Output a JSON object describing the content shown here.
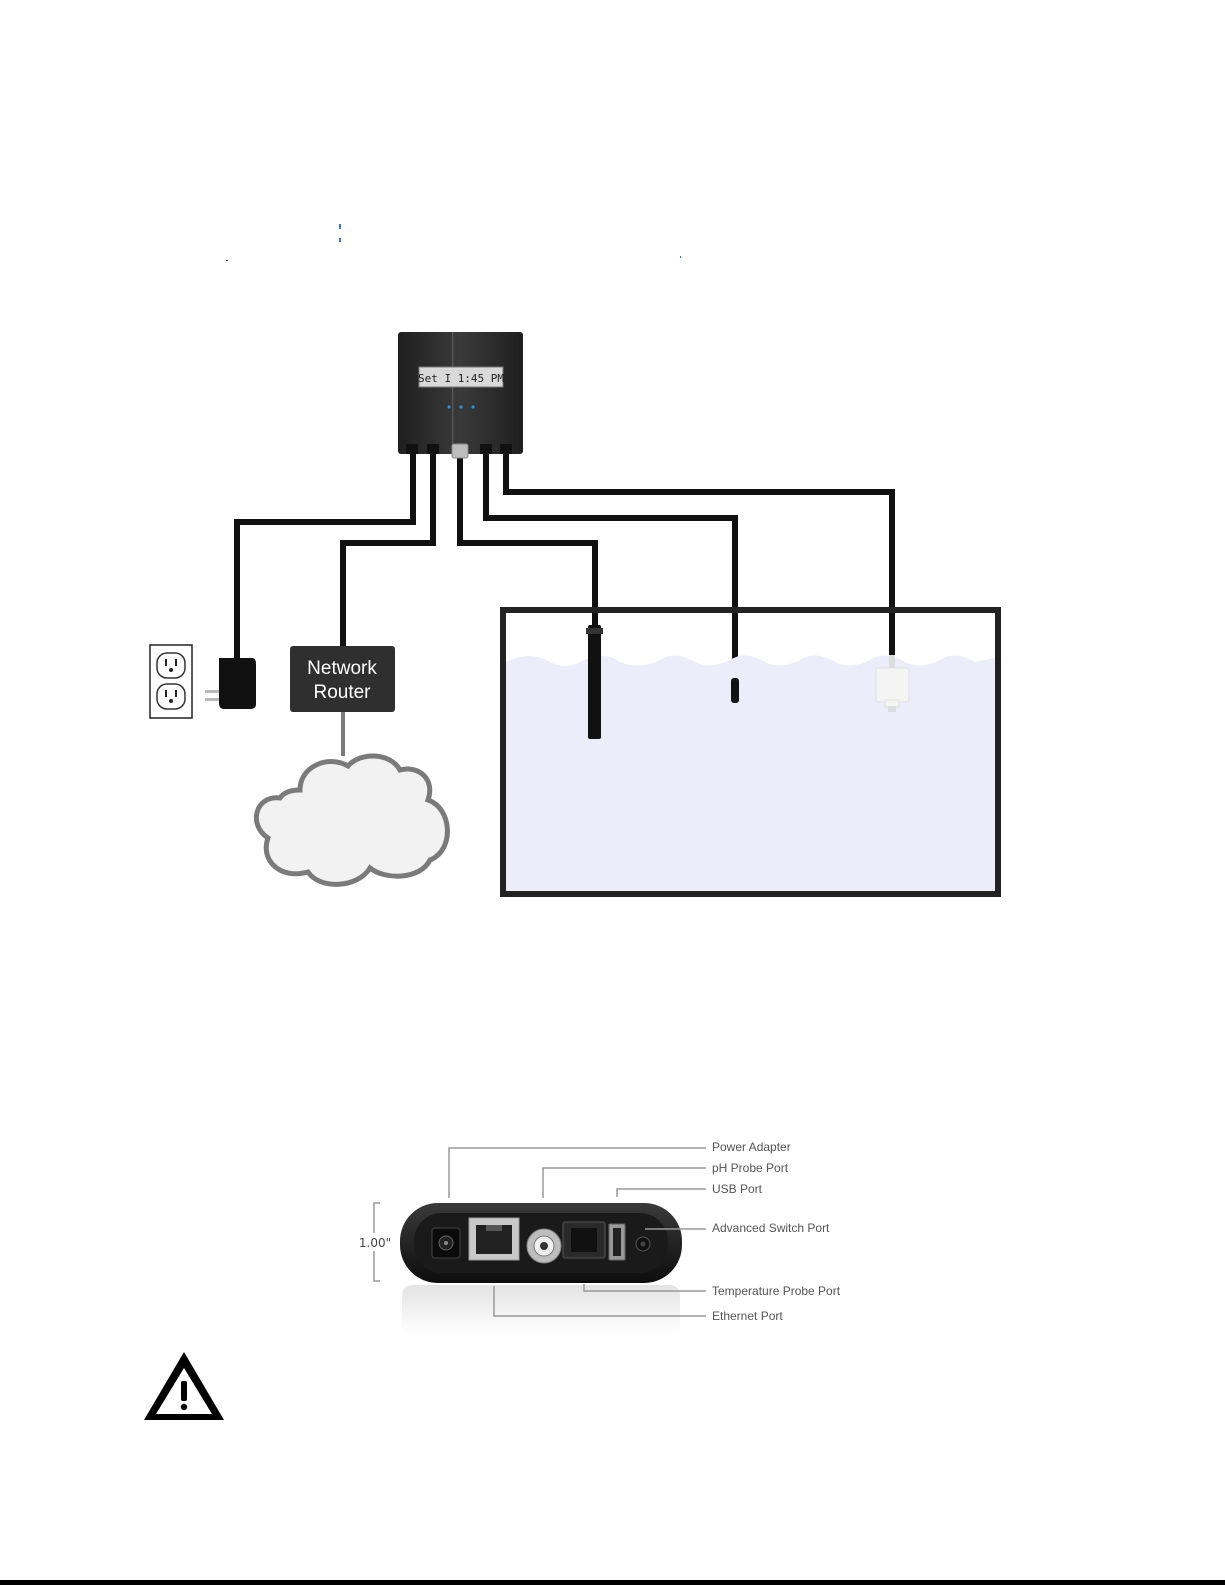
{
  "diagram": {
    "router_label_line1": "Network",
    "router_label_line2": "Router",
    "controller_display_text": "Set I  1:45 PM"
  },
  "port_panel": {
    "height_dimension": "1.00\"",
    "labels": {
      "power_adapter": "Power Adapter",
      "ph_probe_port": "pH Probe Port",
      "usb_port": "USB Port",
      "advanced_switch_port": "Advanced Switch Port",
      "temperature_probe_port": "Temperature Probe Port",
      "ethernet_port": "Ethernet Port"
    }
  },
  "icons": {
    "warning": "warning-triangle-icon",
    "outlet": "power-outlet-icon",
    "cloud": "internet-cloud-icon"
  },
  "colors": {
    "cable": "#111111",
    "controller_body": "#2b2b2b",
    "water": "#ececfb",
    "tank_frame": "#222222",
    "cloud_fill": "#f2f2f2",
    "cloud_stroke": "#7a7a7a",
    "led_blue": "#2f8fd8"
  }
}
